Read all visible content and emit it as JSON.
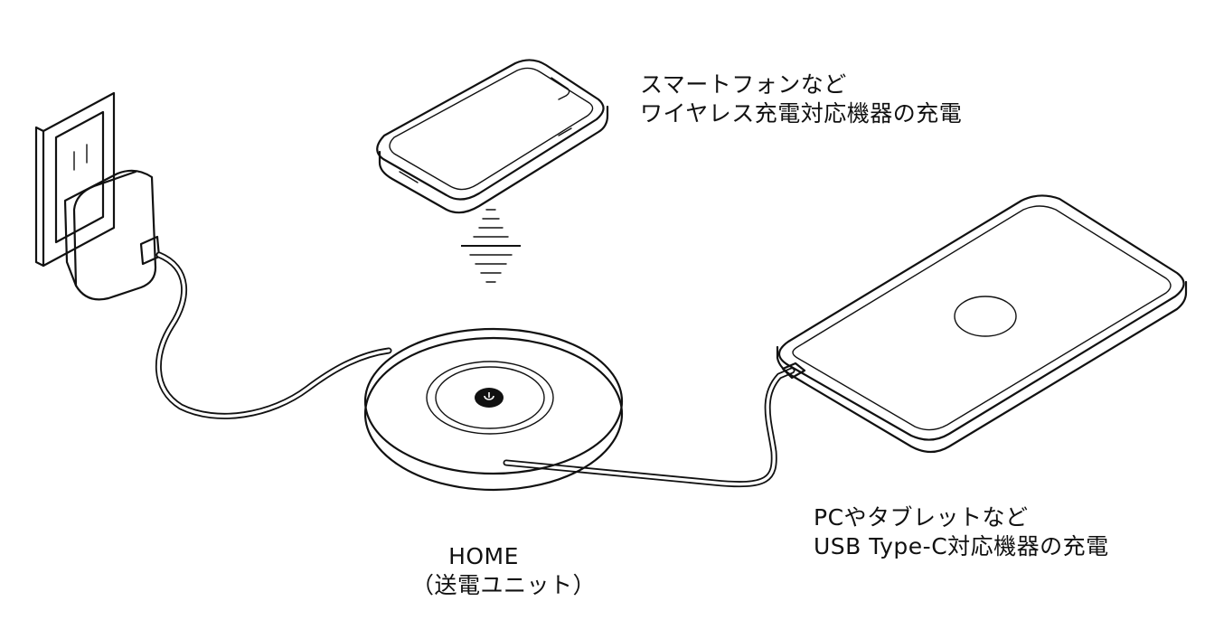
{
  "labels": {
    "phone": {
      "line1": "スマートフォンなど",
      "line2": "ワイヤレス充電対応機器の充電"
    },
    "pc": {
      "line1": "PCやタブレットなど",
      "line2": "USB Type-C対応機器の充電"
    },
    "home": {
      "line1": "HOME",
      "line2": "（送電ユニット）"
    }
  },
  "colors": {
    "line": "#111111",
    "background": "#ffffff"
  },
  "icons": {
    "power_button": "power-icon",
    "wireless_waves": "wireless-charging-icon"
  }
}
